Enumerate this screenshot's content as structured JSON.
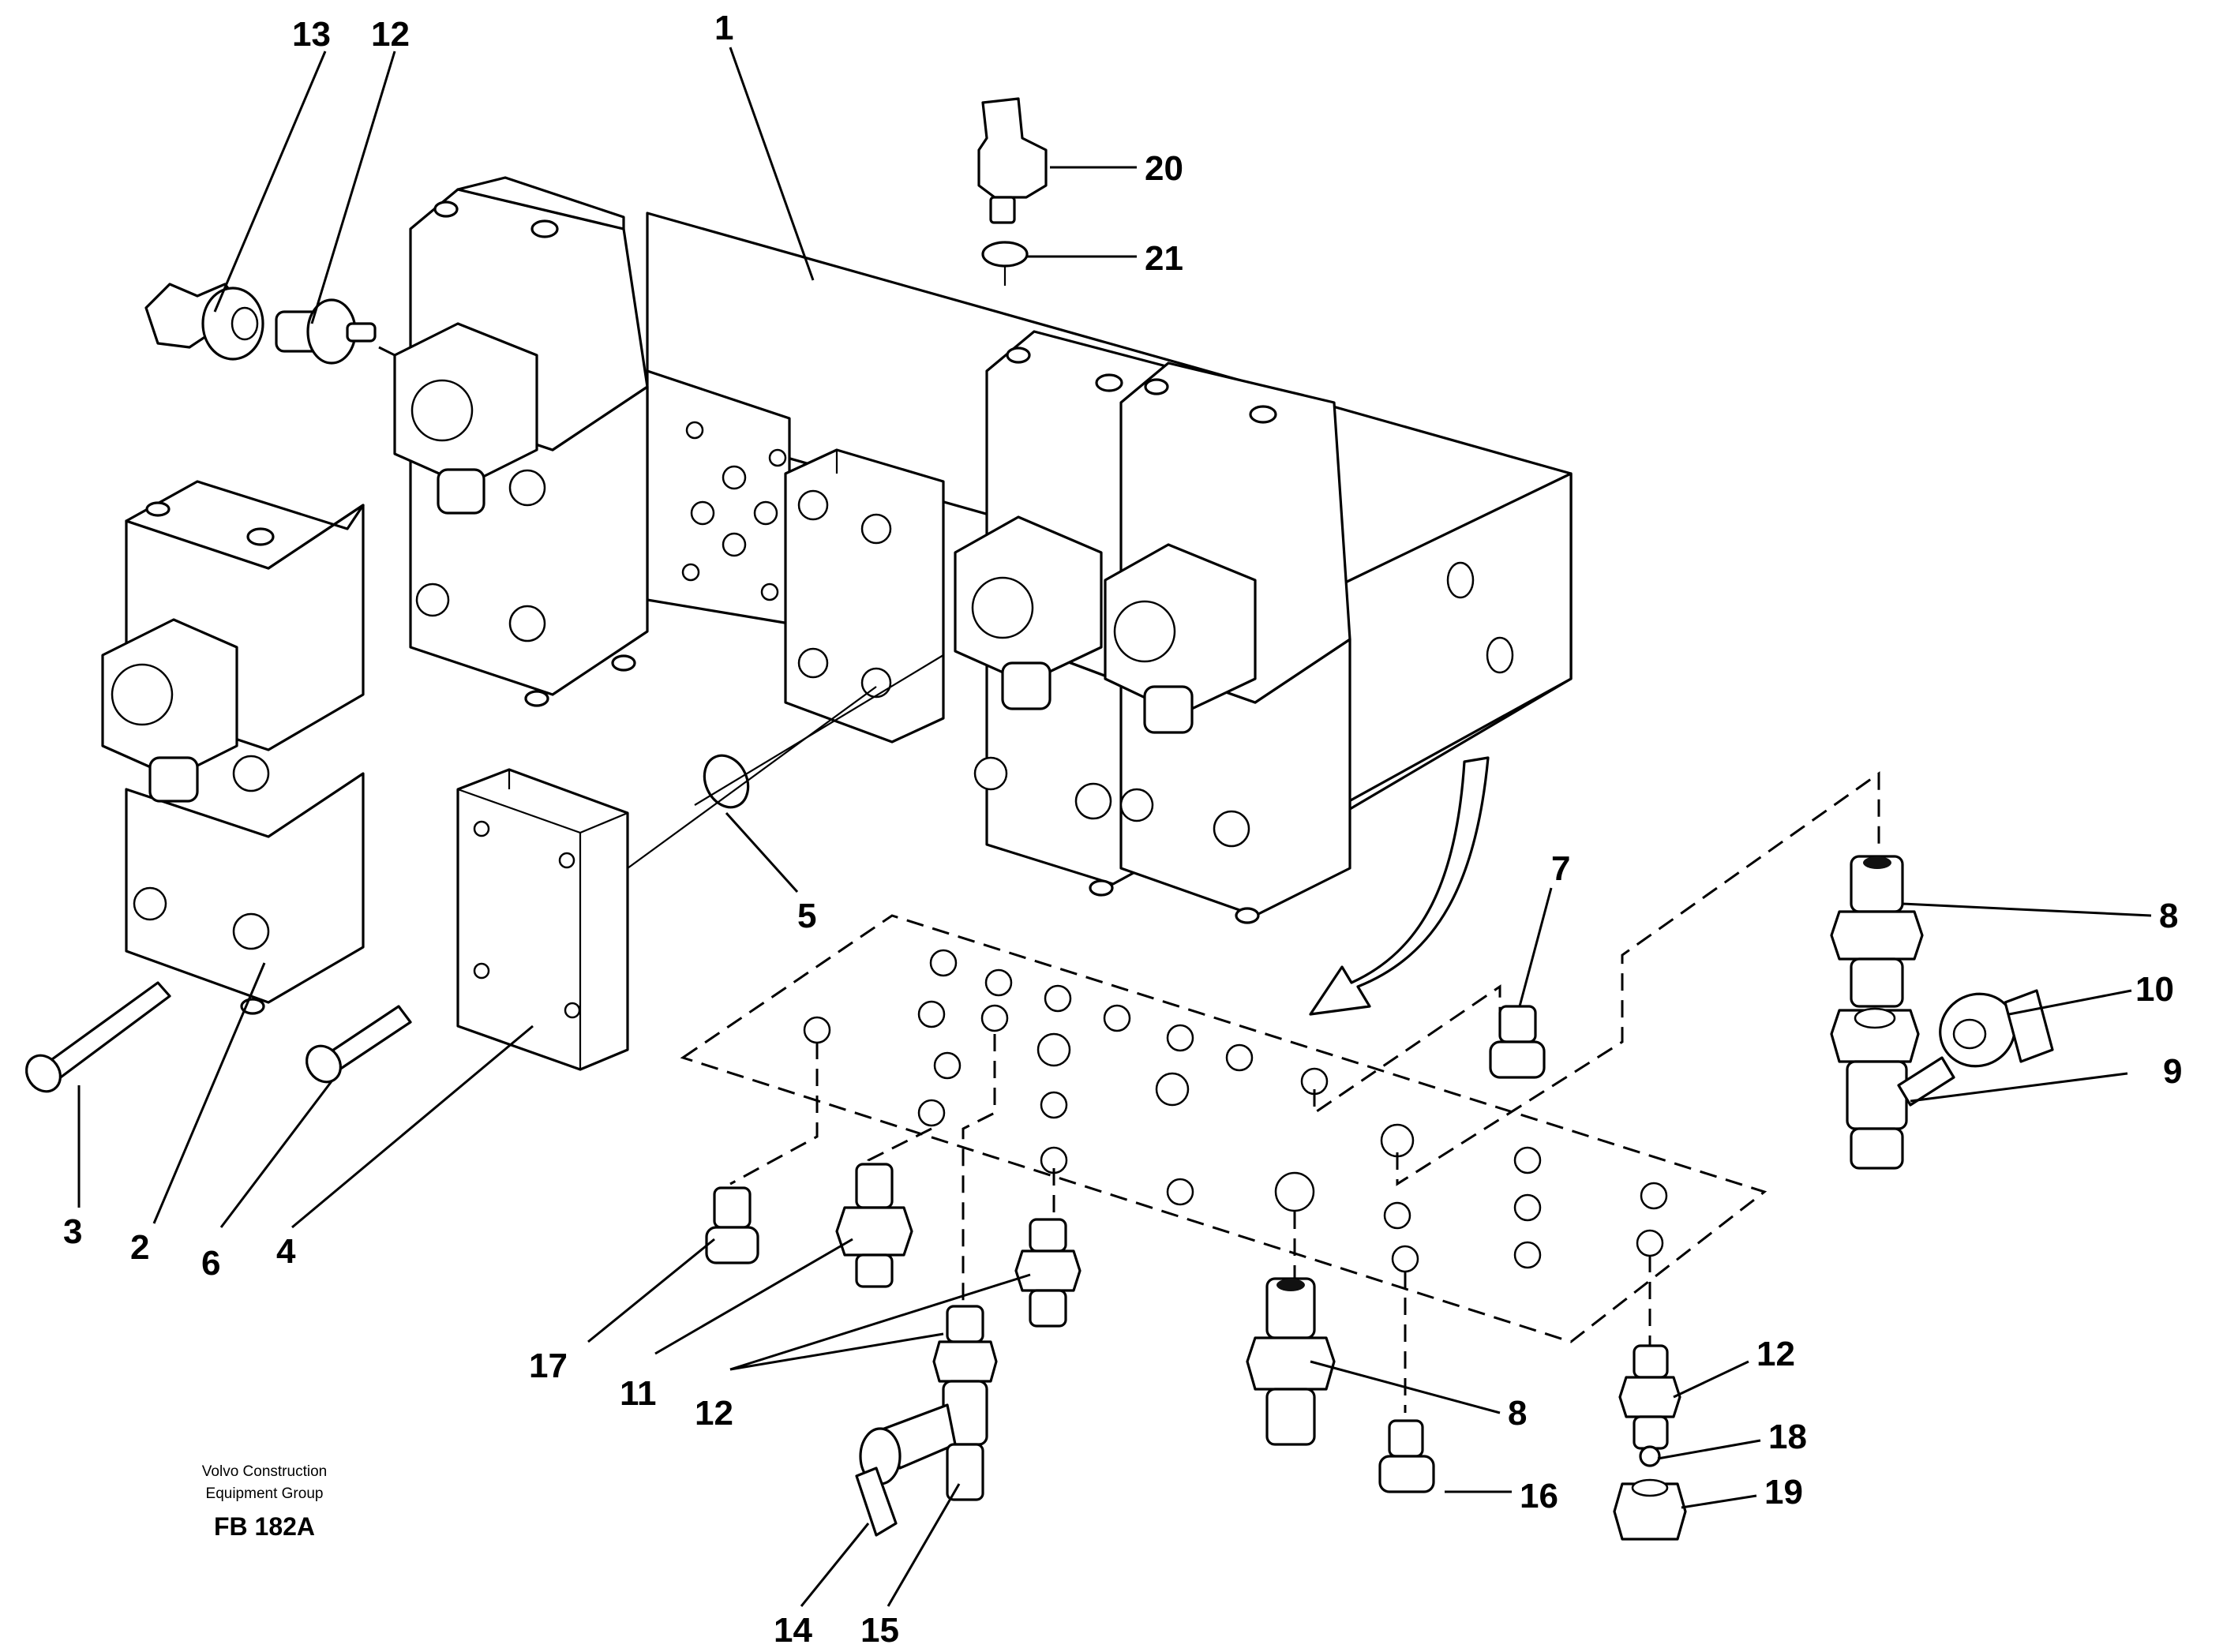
{
  "callouts": {
    "c1": "1",
    "c2": "2",
    "c3": "3",
    "c4": "4",
    "c5": "5",
    "c6": "6",
    "c7": "7",
    "c8a": "8",
    "c8b": "8",
    "c9": "9",
    "c10": "10",
    "c11": "11",
    "c12a": "12",
    "c12b": "12",
    "c12c": "12",
    "c13": "13",
    "c14": "14",
    "c15": "15",
    "c16": "16",
    "c17": "17",
    "c18": "18",
    "c19": "19",
    "c20": "20",
    "c21": "21"
  },
  "credit": {
    "line1": "Volvo Construction",
    "line2": "Equipment Group",
    "code": "FB 182A"
  }
}
